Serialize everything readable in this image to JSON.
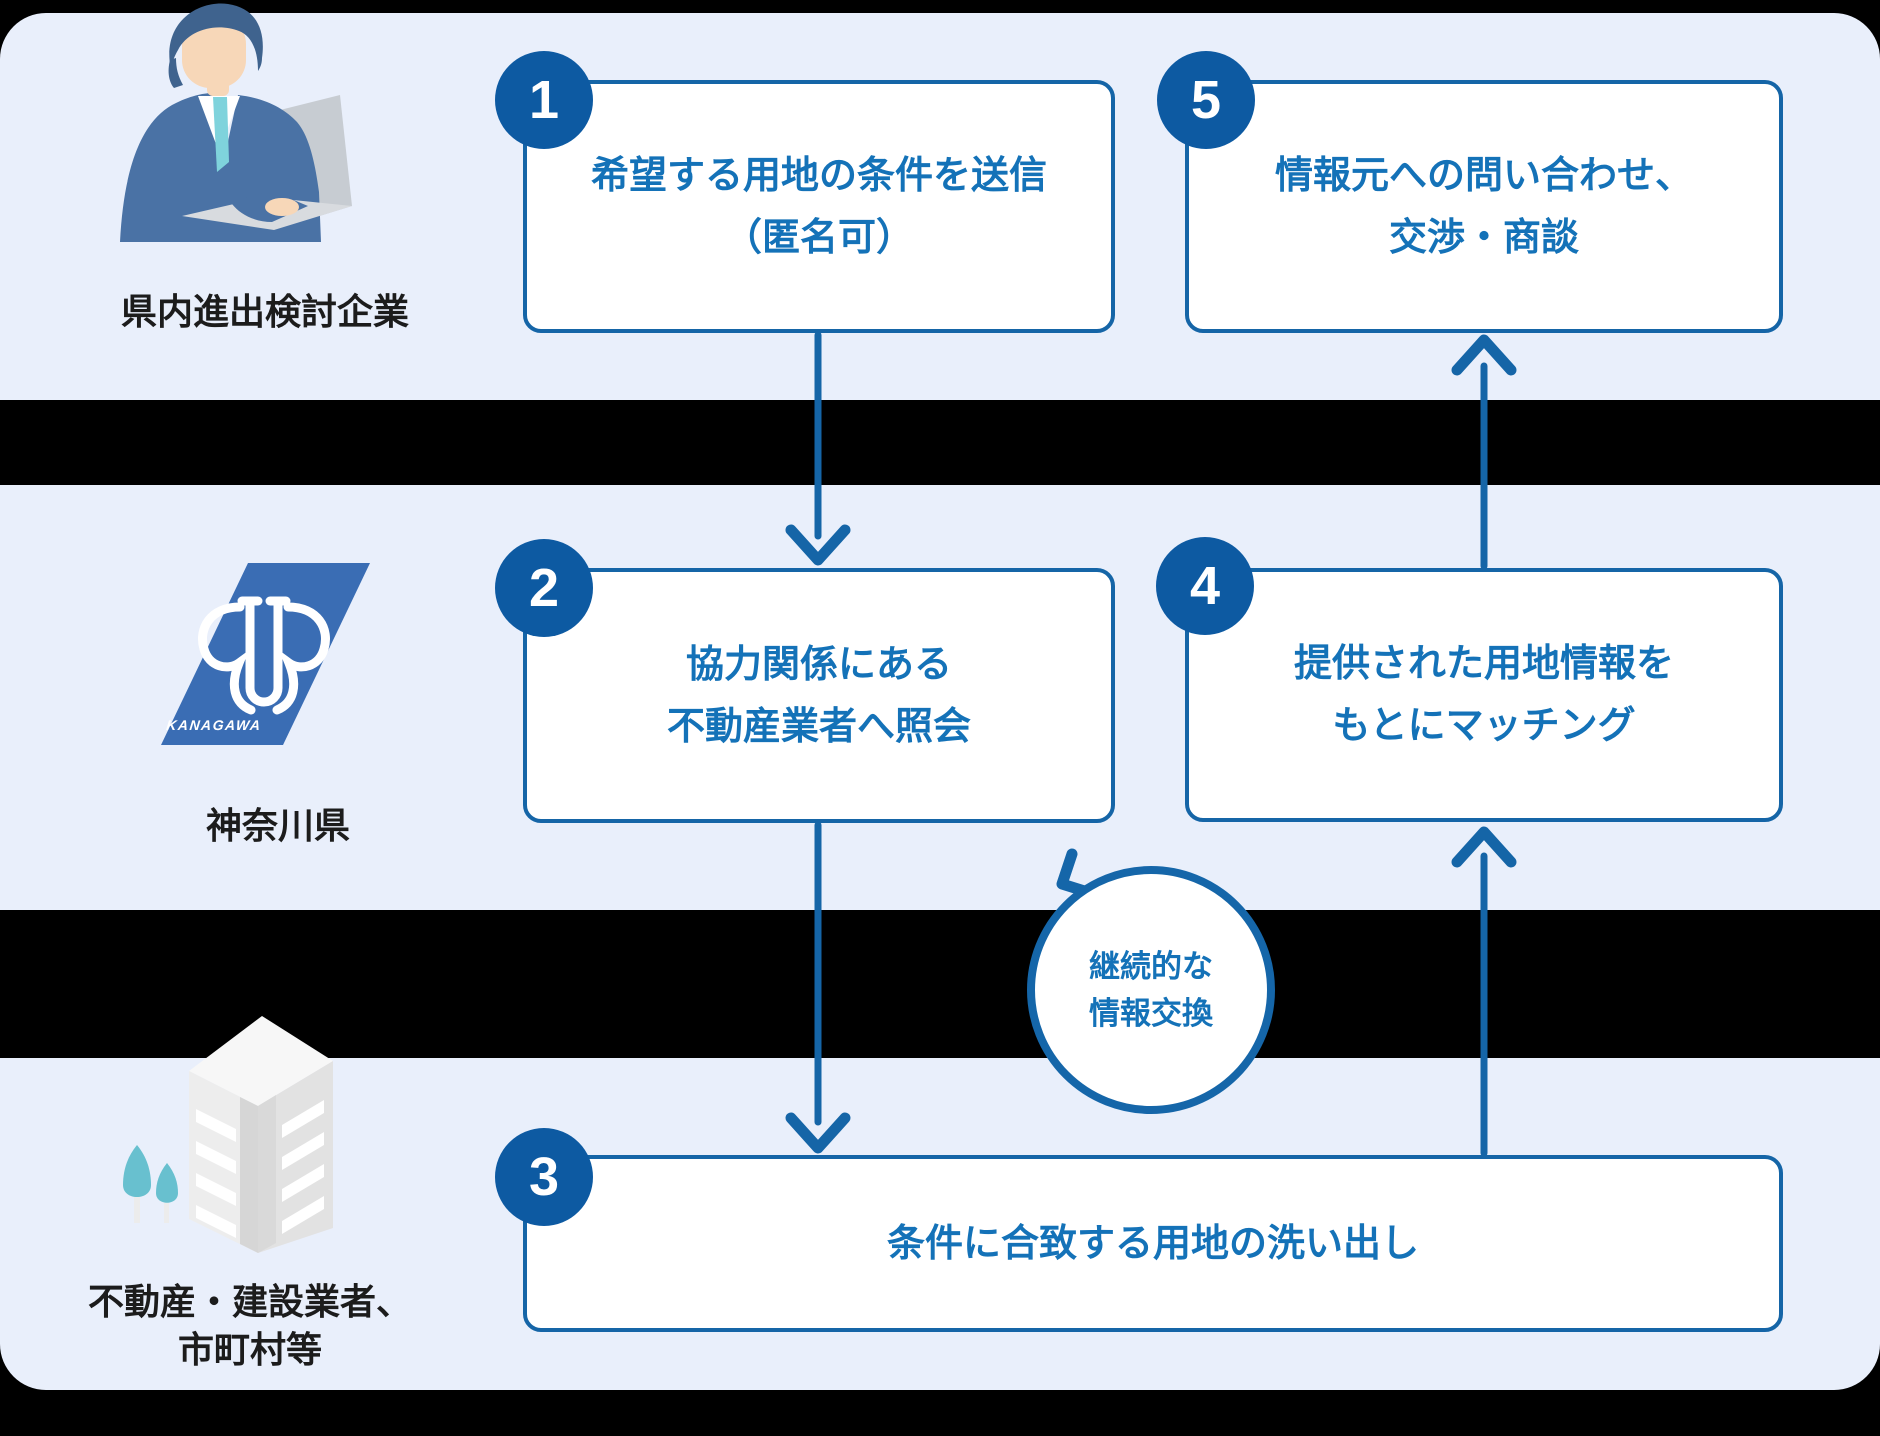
{
  "actors": {
    "company": {
      "label": "県内進出検討企業"
    },
    "prefecture": {
      "label": "神奈川県",
      "logo_caption": "KANAGAWA"
    },
    "suppliers": {
      "label_line1": "不動産・建設業者、",
      "label_line2": "市町村等"
    }
  },
  "steps": [
    {
      "number": "1",
      "line1": "希望する用地の条件を送信",
      "line2": "（匿名可）"
    },
    {
      "number": "2",
      "line1": "協力関係にある",
      "line2": "不動産業者へ照会"
    },
    {
      "number": "3",
      "line1": "条件に合致する用地の洗い出し",
      "line2": ""
    },
    {
      "number": "4",
      "line1": "提供された用地情報を",
      "line2": "もとにマッチング"
    },
    {
      "number": "5",
      "line1": "情報元への問い合わせ、",
      "line2": "交渉・商談"
    }
  ],
  "loop_badge": {
    "line1": "継続的な",
    "line2": "情報交換"
  },
  "colors": {
    "background_blue": "#e9effb",
    "line_blue": "#1565a7",
    "badge_blue": "#0d5aa2",
    "text_blue": "#1472b8",
    "label_dark": "#1c1c1c",
    "logo_blue": "#3a6db4",
    "tree_teal": "#68c0cf",
    "separator_black": "#000000"
  }
}
